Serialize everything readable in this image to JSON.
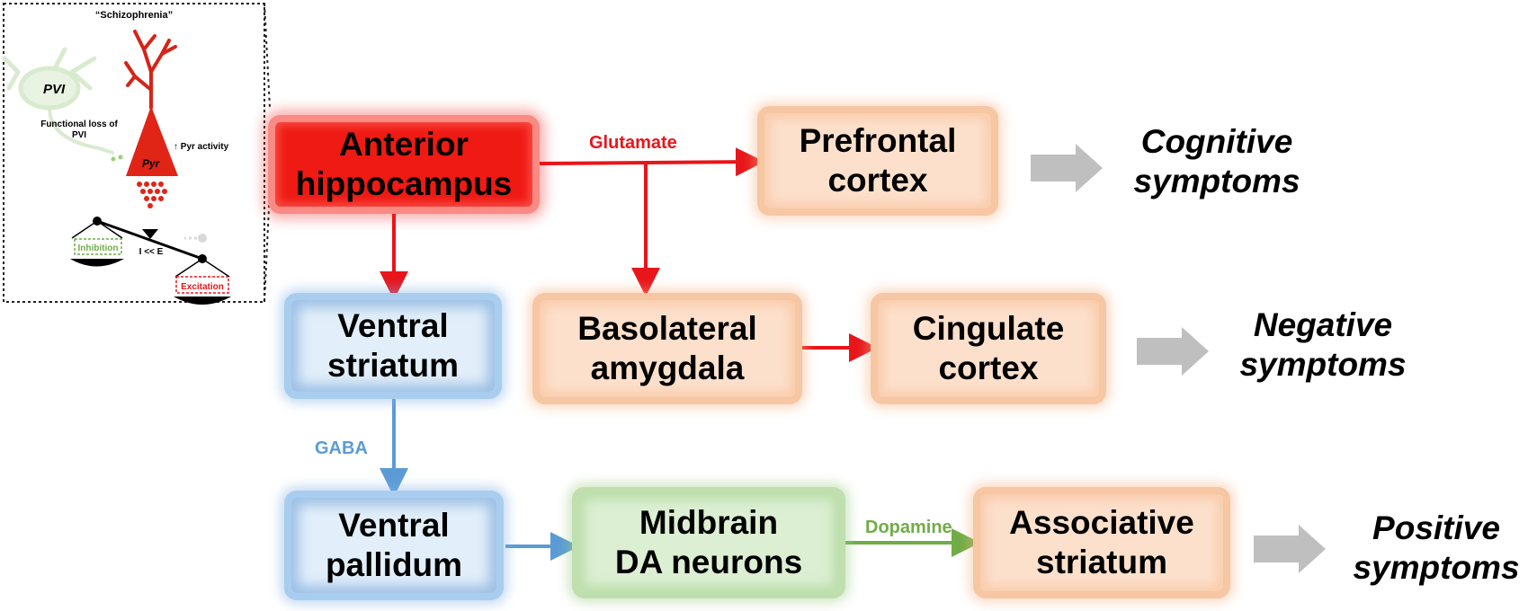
{
  "inset": {
    "title": "“Schizophrenia”",
    "pvi_label": "PVI",
    "pyr_label": "Pyr",
    "loss_line1": "Functional loss of",
    "loss_line2": "PVI",
    "pyr_activity": "↑ Pyr activity",
    "inhibition": "Inhibition",
    "excitation": "Excitation",
    "ratio": "I << E"
  },
  "boxes": {
    "anterior_hippocampus": {
      "line1": "Anterior",
      "line2": "hippocampus"
    },
    "prefrontal_cortex": {
      "line1": "Prefrontal",
      "line2": "cortex"
    },
    "ventral_striatum": {
      "line1": "Ventral",
      "line2": "striatum"
    },
    "basolateral_amygdala": {
      "line1": "Basolateral",
      "line2": "amygdala"
    },
    "cingulate_cortex": {
      "line1": "Cingulate",
      "line2": "cortex"
    },
    "ventral_pallidum": {
      "line1": "Ventral",
      "line2": "pallidum"
    },
    "midbrain_da": {
      "line1": "Midbrain",
      "line2": "DA neurons"
    },
    "associative_striatum": {
      "line1": "Associative",
      "line2": "striatum"
    }
  },
  "labels": {
    "glutamate": "Glutamate",
    "gaba": "GABA",
    "dopamine": "Dopamine"
  },
  "symptoms": {
    "cognitive": {
      "line1": "Cognitive",
      "line2": "symptoms"
    },
    "negative": {
      "line1": "Negative",
      "line2": "symptoms"
    },
    "positive": {
      "line1": "Positive",
      "line2": "symptoms"
    }
  },
  "colors": {
    "glutamate": "#e8151b",
    "gaba": "#5b9bd5",
    "dopamine": "#70ad47",
    "outcome_arrow": "#bfbfbf"
  }
}
